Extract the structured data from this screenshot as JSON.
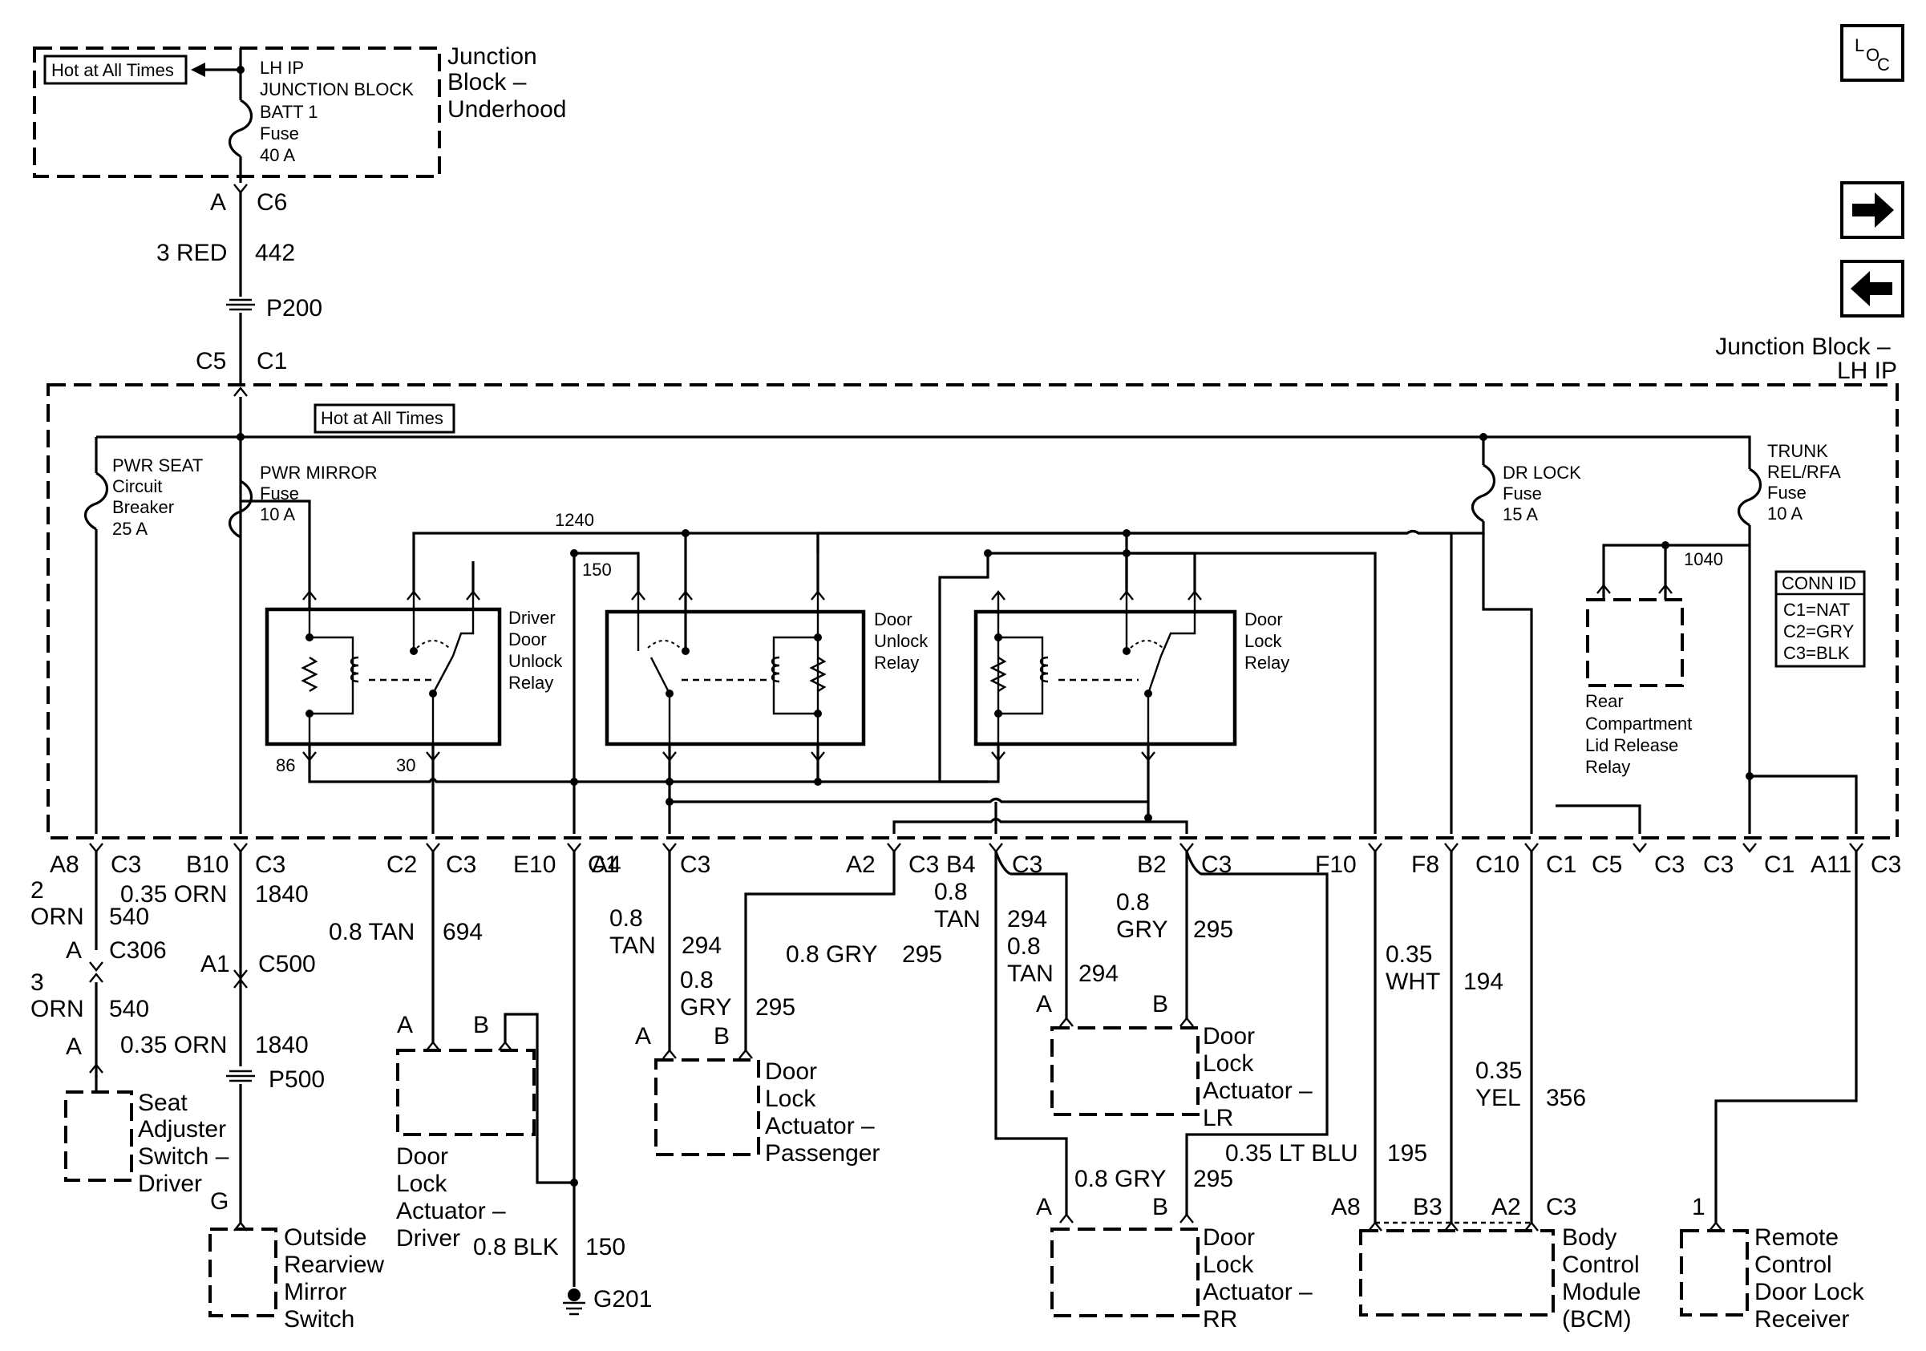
{
  "nav": {
    "loc_l": "L",
    "loc_o": "O",
    "loc_c": "C",
    "next_glyph": "➜",
    "prev_glyph": "⬅"
  },
  "underhood": {
    "title_lines": [
      "Junction",
      "Block –",
      "Underhood"
    ],
    "hot_label": "Hot at All Times",
    "fuse_lines": [
      "LH IP",
      "JUNCTION BLOCK",
      "BATT 1",
      "Fuse",
      "40 A"
    ]
  },
  "feed": {
    "pin_a": "A",
    "conn_c6": "C6",
    "wire_size": "3 RED",
    "circuit": "442",
    "splice": "P200",
    "pin_c5": "C5",
    "conn_c1": "C1"
  },
  "lh_ip": {
    "title_lines": [
      "Junction Block –",
      "LH IP"
    ],
    "hot_label": "Hot at All Times",
    "conn_id": {
      "title": "CONN ID",
      "lines": [
        "C1=NAT",
        "C2=GRY",
        "C3=BLK"
      ]
    }
  },
  "fuses": {
    "pwr_seat": [
      "PWR SEAT",
      "Circuit",
      "Breaker",
      "25 A"
    ],
    "pwr_mirror": [
      "PWR MIRROR",
      "Fuse",
      "10 A"
    ],
    "dr_lock": [
      "DR LOCK",
      "Fuse",
      "15 A"
    ],
    "trunk": [
      "TRUNK",
      "REL/RFA",
      "Fuse",
      "10 A"
    ]
  },
  "relays": {
    "driver_unlock": [
      "Driver",
      "Door",
      "Unlock",
      "Relay"
    ],
    "door_unlock": [
      "Door",
      "Unlock",
      "Relay"
    ],
    "door_lock": [
      "Door",
      "Lock",
      "Relay"
    ],
    "rear_compartment": [
      "Rear",
      "Compartment",
      "Lid Release",
      "Relay"
    ],
    "pin_86": "86",
    "pin_30": "30"
  },
  "internal_circuits": {
    "c1240": "1240",
    "c150": "150",
    "c1040": "1040"
  },
  "connector_row": [
    {
      "pin": "A8",
      "conn": "C3"
    },
    {
      "pin": "B10",
      "conn": "C3"
    },
    {
      "pin": "C2",
      "conn": "C3"
    },
    {
      "pin": "E10",
      "conn": "C1"
    },
    {
      "pin": "A4",
      "conn": "C3"
    },
    {
      "pin": "A2",
      "conn": "C3"
    },
    {
      "pin": "B4",
      "conn": "C3"
    },
    {
      "pin": "B2",
      "conn": "C3"
    },
    {
      "pin": "F10",
      "conn": ""
    },
    {
      "pin": "F8",
      "conn": ""
    },
    {
      "pin": "C10",
      "conn": "C1"
    },
    {
      "pin": "C5",
      "conn": "C3"
    },
    {
      "pin": "C3",
      "conn": "C1"
    },
    {
      "pin": "A11",
      "conn": "C3"
    }
  ],
  "wires": {
    "seat_2orn": [
      "2",
      "ORN"
    ],
    "seat_540a": "540",
    "seat_pin_a1": "A",
    "seat_c306": "C306",
    "seat_3orn": [
      "3",
      "ORN"
    ],
    "seat_540b": "540",
    "seat_pin_a2": "A",
    "mirror_orn_a": "0.35 ORN",
    "mirror_1840_a": "1840",
    "mirror_pin_a1": "A1",
    "mirror_c500": "C500",
    "mirror_orn_b": "0.35 ORN",
    "mirror_1840_b": "1840",
    "mirror_p500": "P500",
    "mirror_pin_g": "G",
    "drv_tan": "0.8 TAN",
    "drv_694": "694",
    "drv_pin_a": "A",
    "drv_pin_b": "B",
    "gnd_blk": "0.8 BLK",
    "gnd_150": "150",
    "gnd_g201": "G201",
    "pass_tan": [
      "0.8",
      "TAN"
    ],
    "pass_294": "294",
    "pass_gry": [
      "0.8",
      "GRY"
    ],
    "pass_295": "295",
    "pass_gry2": "0.8 GRY",
    "pass_295b": "295",
    "pass_pin_a": "A",
    "pass_pin_b": "B",
    "b4_tan": [
      "0.8",
      "TAN"
    ],
    "lr_294": "294",
    "lr_tan": [
      "0.8",
      "TAN"
    ],
    "lr_294b": "294",
    "lr_gry": [
      "0.8",
      "GRY"
    ],
    "lr_295": "295",
    "lr_pin_a": "A",
    "lr_pin_b": "B",
    "rr_gry": "0.8 GRY",
    "rr_295": "295",
    "rr_pin_a": "A",
    "rr_pin_b": "B",
    "bcm_wht": [
      "0.35",
      "WHT"
    ],
    "bcm_194": "194",
    "bcm_yel": [
      "0.35",
      "YEL"
    ],
    "bcm_356": "356",
    "bcm_ltblu": "0.35 LT BLU",
    "bcm_195": "195",
    "bcm_pin_a8": "A8",
    "bcm_pin_b3": "B3",
    "bcm_pin_a2": "A2",
    "bcm_pin_c3": "C3",
    "rcdl_pin_1": "1"
  },
  "components": {
    "seat_switch": [
      "Seat",
      "Adjuster",
      "Switch –",
      "Driver"
    ],
    "mirror_switch": [
      "Outside",
      "Rearview",
      "Mirror",
      "Switch"
    ],
    "actuator_driver": [
      "Door",
      "Lock",
      "Actuator –",
      "Driver"
    ],
    "actuator_passenger": [
      "Door",
      "Lock",
      "Actuator –",
      "Passenger"
    ],
    "actuator_lr": [
      "Door",
      "Lock",
      "Actuator –",
      "LR"
    ],
    "actuator_rr": [
      "Door",
      "Lock",
      "Actuator –",
      "RR"
    ],
    "bcm": [
      "Body",
      "Control",
      "Module",
      "(BCM)"
    ],
    "rcdl": [
      "Remote",
      "Control",
      "Door Lock",
      "Receiver"
    ]
  }
}
